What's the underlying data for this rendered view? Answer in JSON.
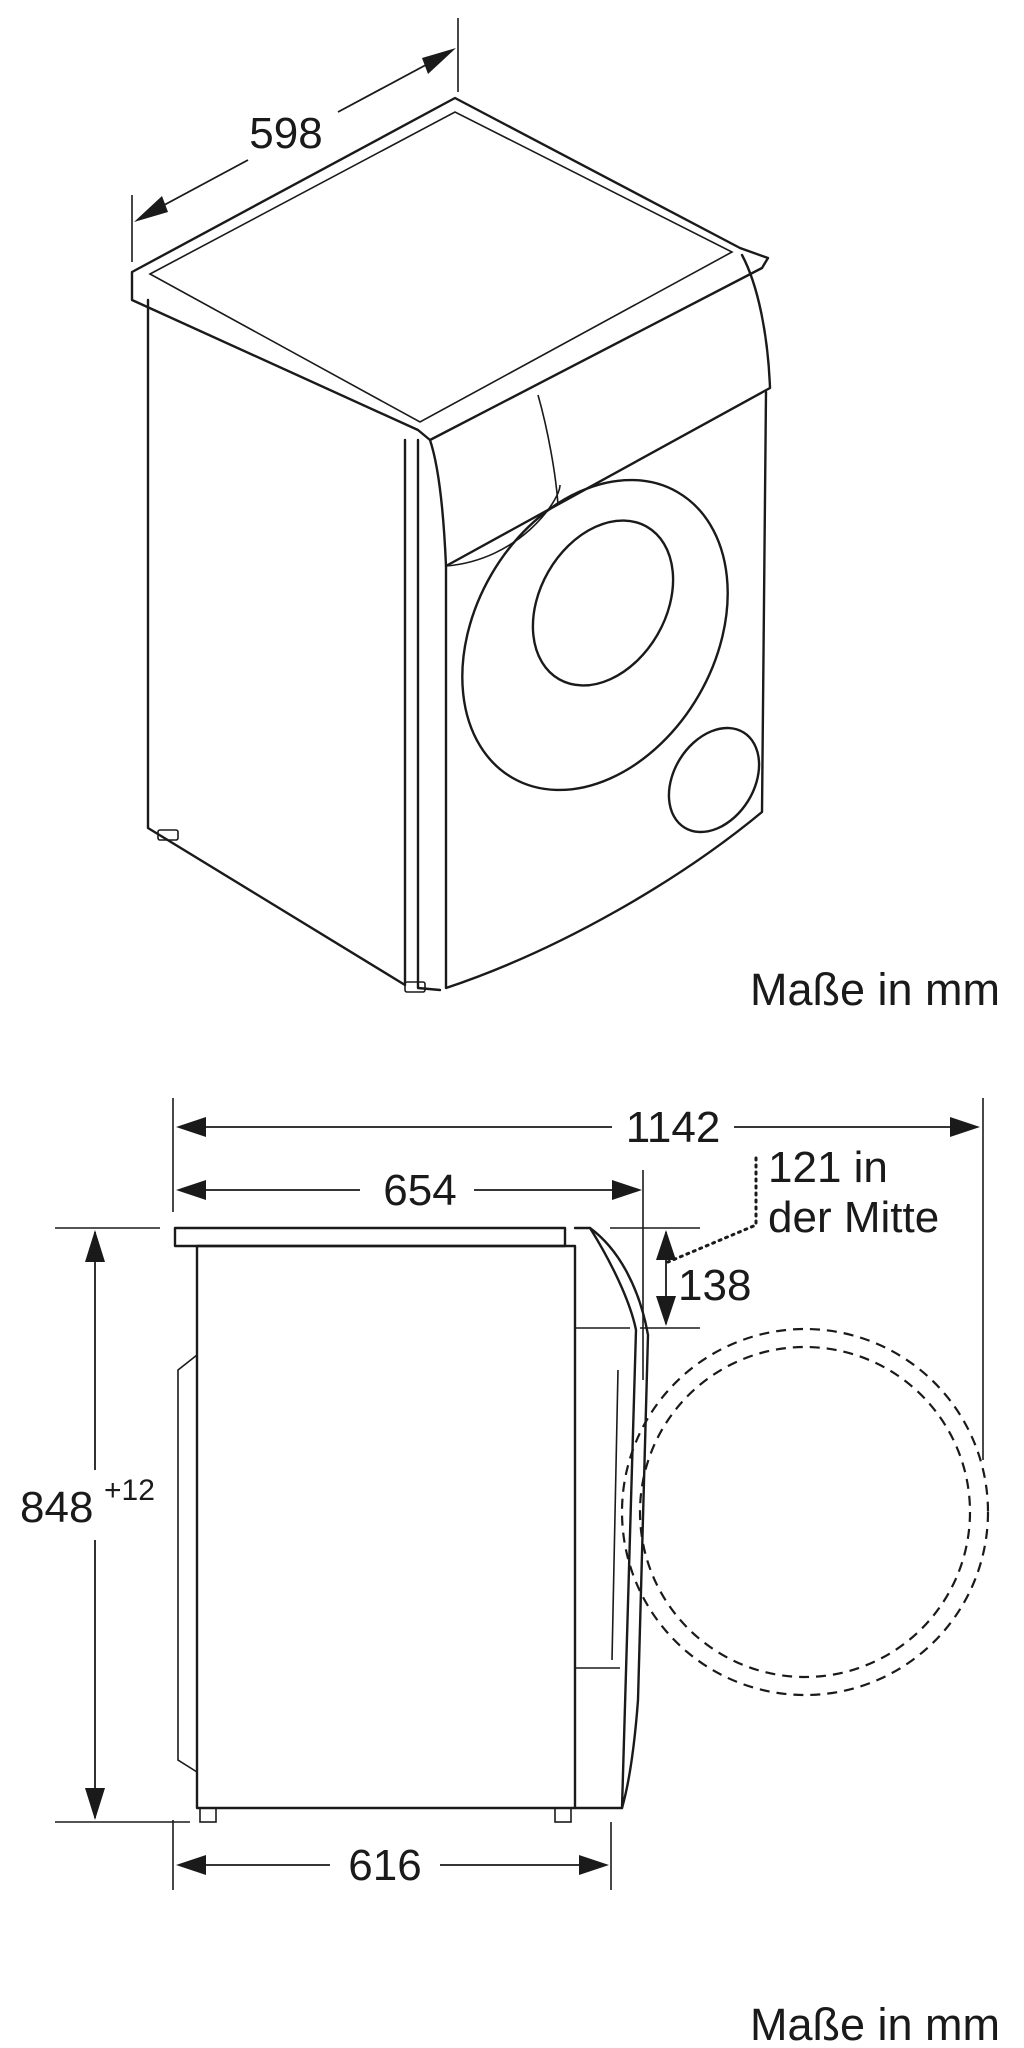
{
  "iso_view": {
    "width_label": "598",
    "units_note": "Maße in mm"
  },
  "side_view": {
    "total_depth_label": "1142",
    "body_depth_label": "654",
    "door_offset_note_line1": "121 in",
    "door_offset_note_line2": "der Mitte",
    "top_to_door_label": "138",
    "height_label": "848",
    "height_tolerance": "+12",
    "foot_span_label": "616",
    "units_note": "Maße in mm"
  },
  "colors": {
    "line": "#1a1a1a",
    "background": "#ffffff"
  }
}
